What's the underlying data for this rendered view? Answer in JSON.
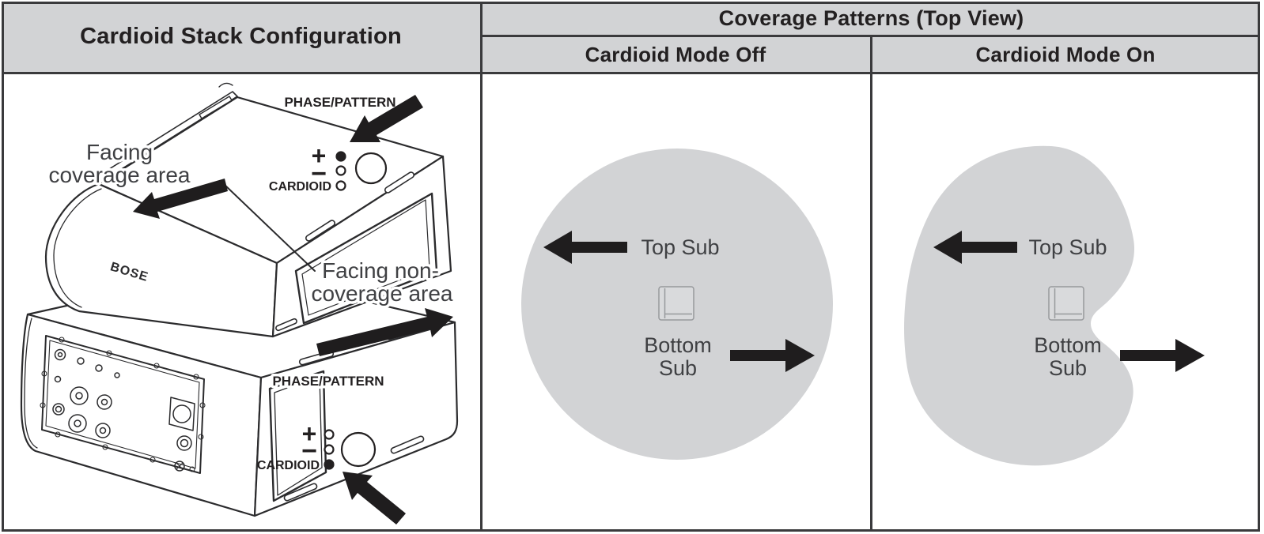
{
  "header": {
    "left": "Cardioid Stack Configuration",
    "right": "Coverage Patterns (Top View)",
    "col_off": "Cardioid Mode Off",
    "col_on": "Cardioid Mode On"
  },
  "stack": {
    "brand": "BOSE",
    "facing_coverage": [
      "Facing",
      "coverage area"
    ],
    "facing_non_coverage": [
      "Facing non-",
      "coverage area"
    ],
    "top_panel": {
      "label": "PHASE/PATTERN",
      "plus": "+",
      "minus": "−",
      "cardioid": "CARDIOID",
      "leds": {
        "plus": "filled",
        "minus": "hollow",
        "cardioid": "hollow"
      }
    },
    "bottom_panel": {
      "label": "PHASE/PATTERN",
      "plus": "+",
      "minus": "−",
      "cardioid": "CARDIOID",
      "leds": {
        "plus": "hollow",
        "minus": "hollow",
        "cardioid": "filled"
      }
    }
  },
  "coverage_off": {
    "pattern": "omnidirectional-circle",
    "top_sub": "Top Sub",
    "bottom_sub": [
      "Bottom",
      "Sub"
    ]
  },
  "coverage_on": {
    "pattern": "cardioid-kidney",
    "top_sub": "Top Sub",
    "bottom_sub": [
      "Bottom",
      "Sub"
    ]
  },
  "colors": {
    "pattern_fill": "#d2d3d5",
    "header_fill": "#d2d3d5",
    "table_line": "#3a3a3c",
    "ink": "#232021",
    "label_text": "#3f4043"
  }
}
